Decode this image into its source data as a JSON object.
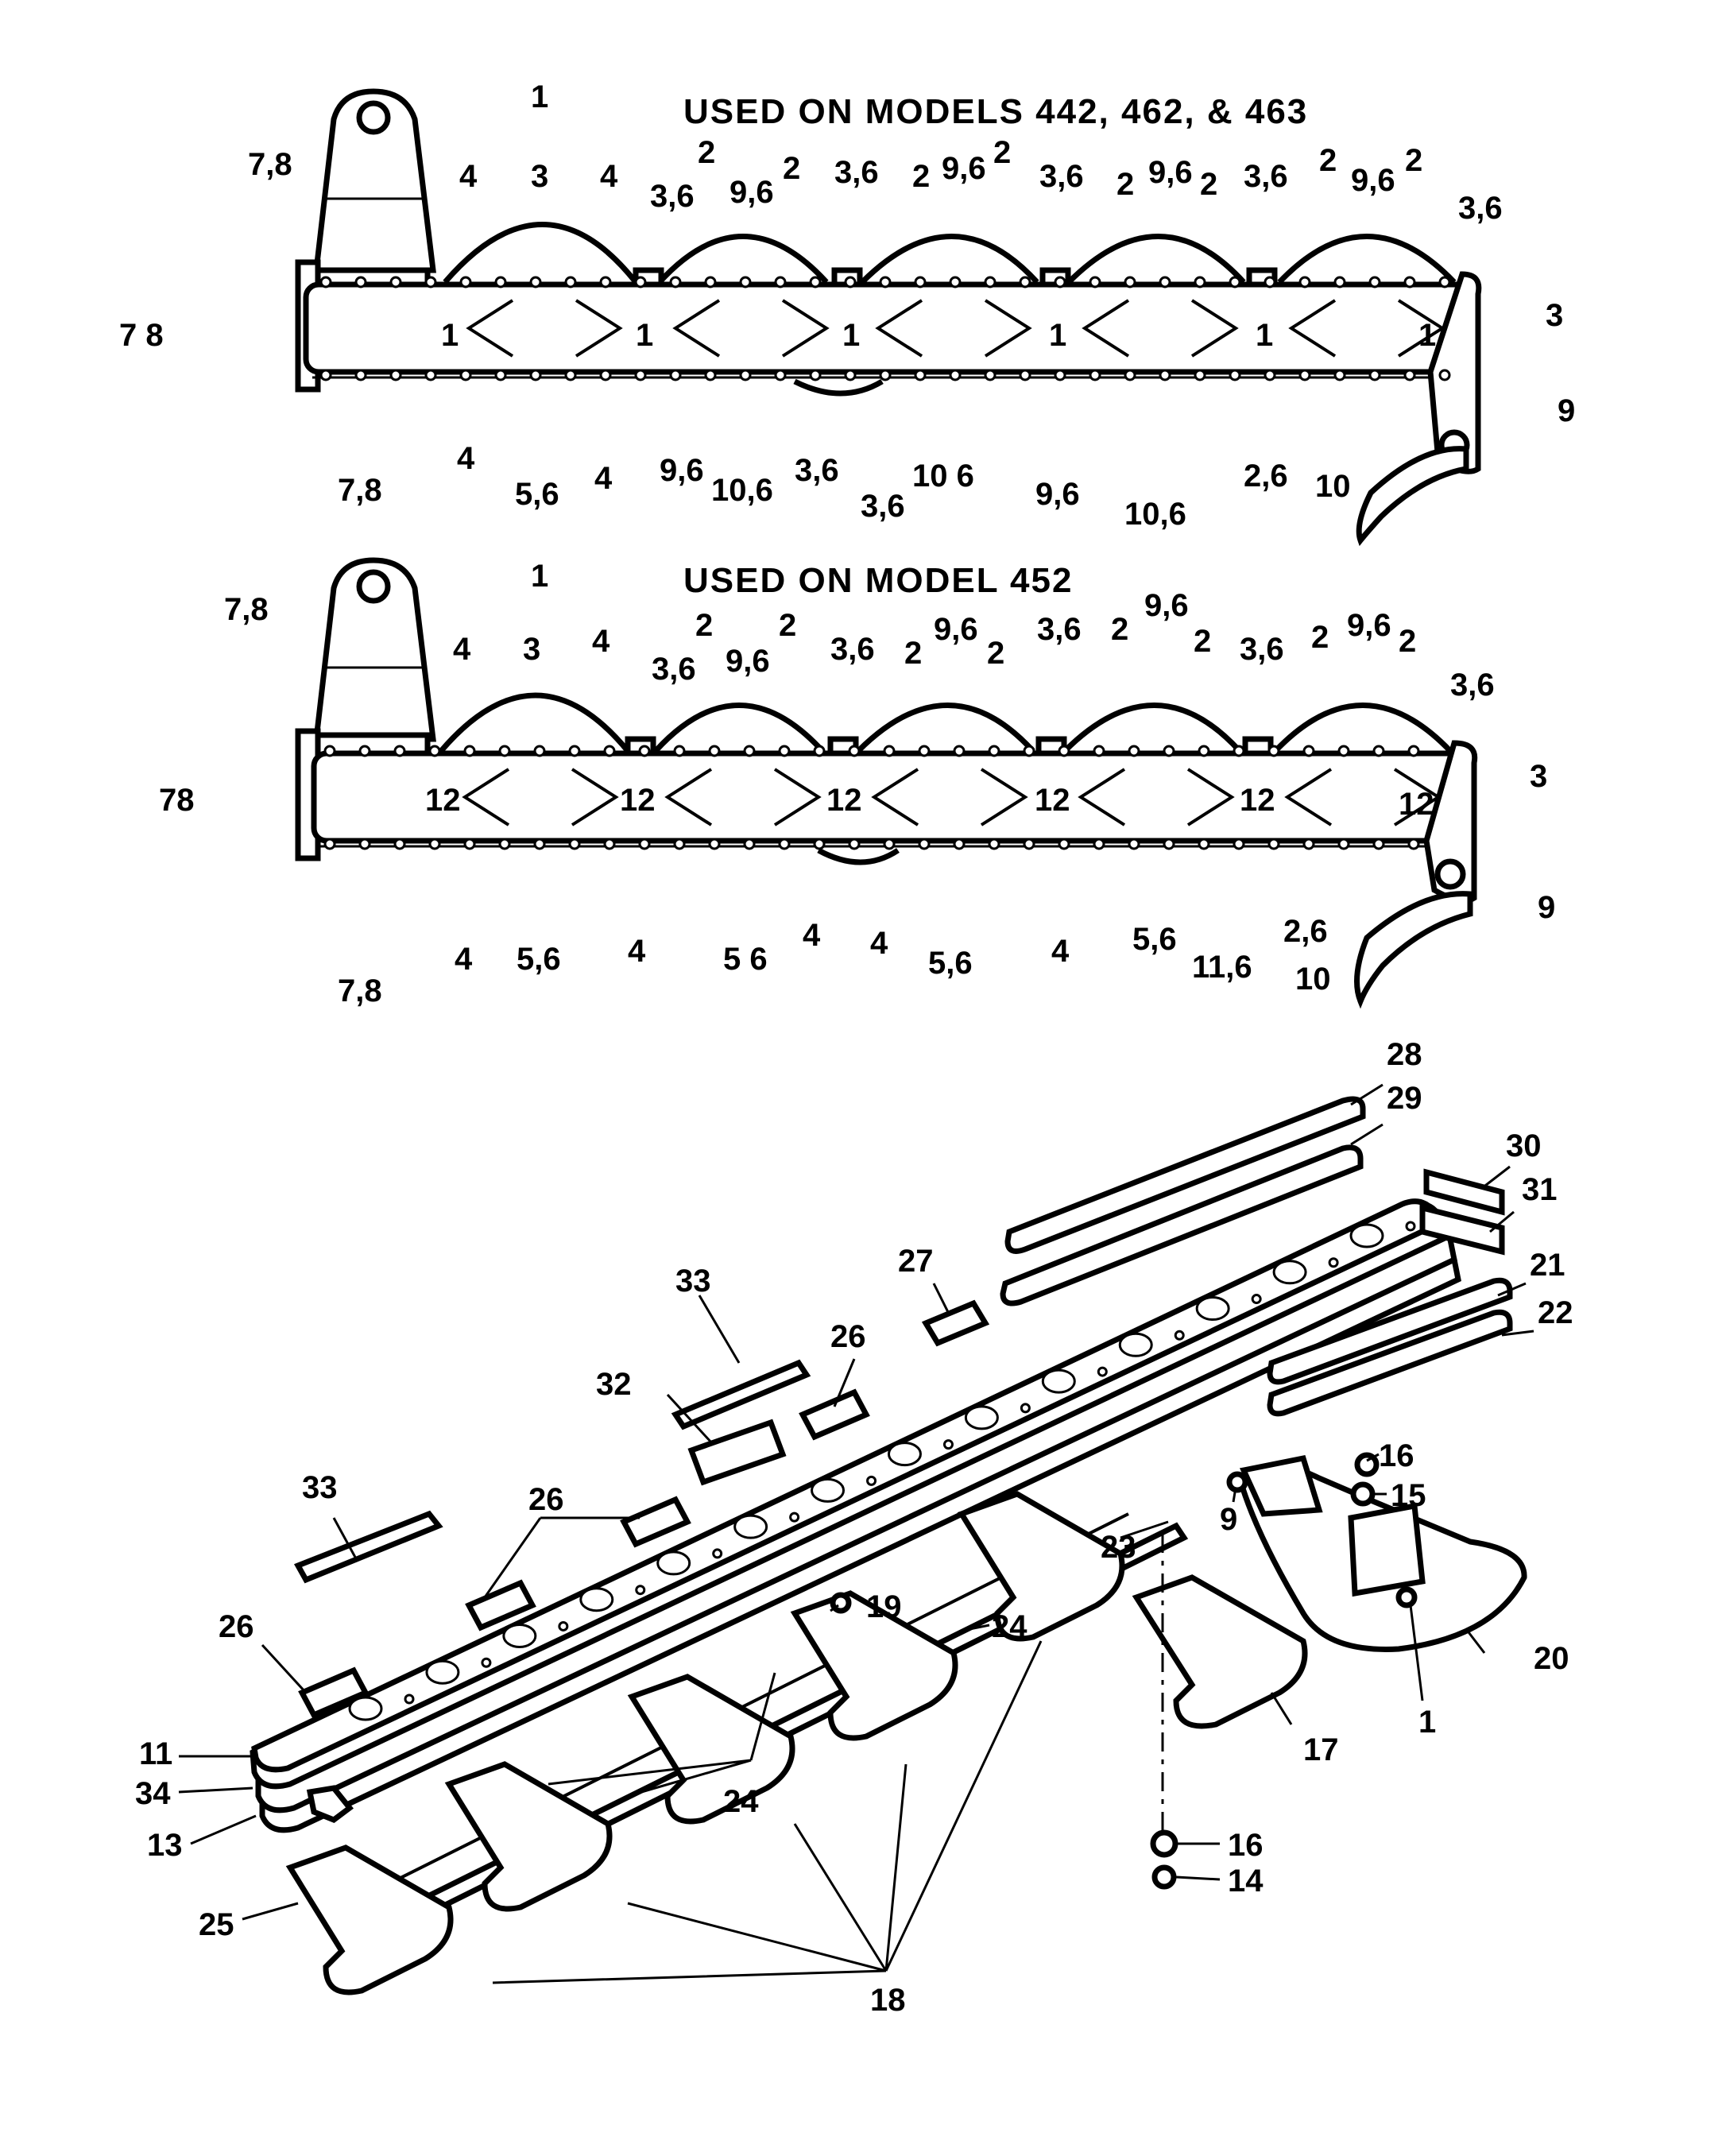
{
  "top_view": {
    "title": "USED ON MODELS 442, 462, & 463",
    "top_labels": [
      "1",
      "3",
      "4",
      "4",
      "3,6",
      "2",
      "9,6",
      "2",
      "3,6",
      "2",
      "9,6",
      "2",
      "3,6",
      "2",
      "9,6",
      "2",
      "3,6",
      "2",
      "9,6",
      "2",
      "3,6"
    ],
    "inner_labels": [
      "1",
      "1",
      "1",
      "1",
      "1",
      "1"
    ],
    "left_label_top": "7,8",
    "left_label_side": "7 8",
    "left_label_bottom": "7,8",
    "right_labels": [
      "3",
      "9"
    ],
    "bottom_labels": [
      "4",
      "5,6",
      "4",
      "9,6",
      "10,6",
      "3,6",
      "3,6",
      "10 6",
      "9,6",
      "10,6",
      "2,6",
      "10"
    ]
  },
  "middle_view": {
    "title": "USED ON MODEL 452",
    "top_labels": [
      "1",
      "3",
      "4",
      "4",
      "3,6",
      "2",
      "9,6",
      "2",
      "3,6",
      "2",
      "9,6",
      "2",
      "3,6",
      "2",
      "9,6",
      "2",
      "3,6",
      "2",
      "9,6",
      "2",
      "3,6"
    ],
    "inner_labels": [
      "12",
      "12",
      "12",
      "12",
      "12",
      "12"
    ],
    "left_label_top": "7,8",
    "left_label_side": "78",
    "left_label_bottom": "7,8",
    "right_labels": [
      "3",
      "9"
    ],
    "bottom_labels": [
      "4",
      "5,6",
      "4",
      "5 6",
      "4",
      "4",
      "5,6",
      "4",
      "5,6",
      "11,6",
      "2,6",
      "10"
    ]
  },
  "exploded_view": {
    "labels": [
      "28",
      "29",
      "30",
      "31",
      "21",
      "22",
      "27",
      "33",
      "26",
      "32",
      "33",
      "26",
      "26",
      "16",
      "15",
      "9",
      "23",
      "24",
      "19",
      "20",
      "1",
      "17",
      "11",
      "34",
      "13",
      "24",
      "25",
      "16",
      "14",
      "18"
    ]
  }
}
